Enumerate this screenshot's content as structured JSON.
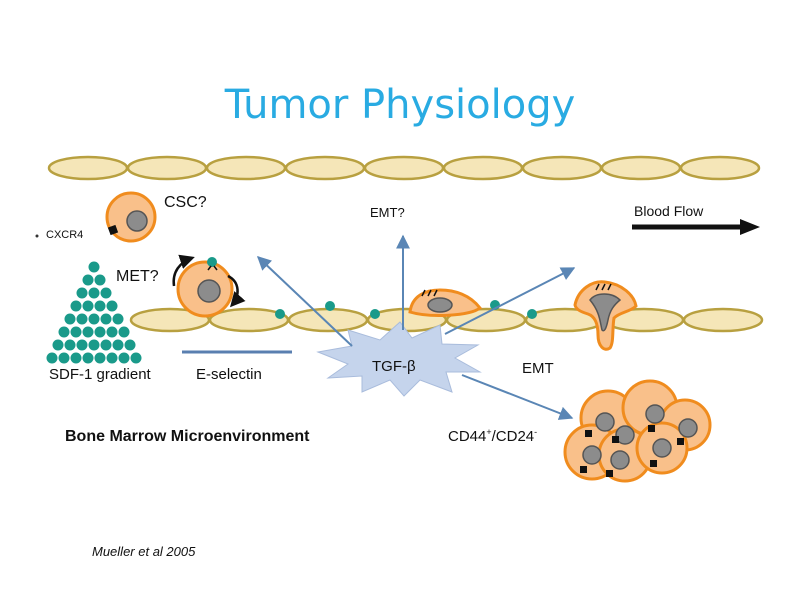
{
  "slide": {
    "title": "Tumor Physiology",
    "citation": "Mueller et al 2005"
  },
  "diagram": {
    "labels": {
      "csc": "CSC?",
      "cxcr4": "CXCR4",
      "met": "MET?",
      "sdf1": "SDF-1 gradient",
      "eselectin": "E-selectin",
      "tgfb": "TGF-β",
      "emt_question": "EMT?",
      "emt": "EMT",
      "blood_flow": "Blood Flow",
      "bone_marrow": "Bone Marrow Microenvironment",
      "cd44_base": "CD44",
      "cd44_sup": "+",
      "cd24_base": "/CD24",
      "cd24_sup": "-"
    },
    "colors": {
      "title": "#29abe2",
      "vessel_fill": "#f5e6b8",
      "vessel_stroke": "#b8a040",
      "cell_fill": "#f9c08a",
      "cell_stroke": "#f08c1e",
      "nucleus": "#8c8c8c",
      "teal": "#1a9a8a",
      "arrow": "#5a86b5",
      "burst": "#c5d4ec",
      "eselectin_line": "#5a7fb0"
    }
  }
}
